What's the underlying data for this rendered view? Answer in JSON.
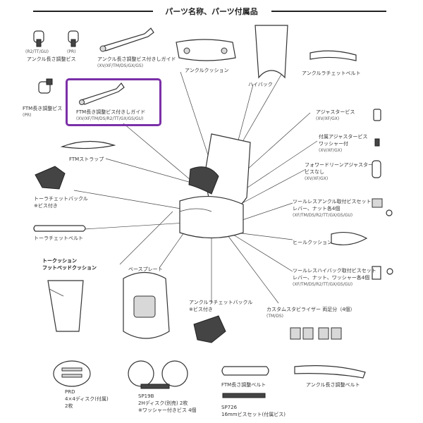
{
  "title": "パーツ名称、パーツ付属品",
  "highlight_color": "#7b2fa8",
  "labels": {
    "ankle_screw_models": "(R2/TT/GU)",
    "ankle_screw_models2": "(PR)",
    "ankle_screw": "アンクル長さ調整ビス",
    "ankle_guide": "アンクル長さ調整ビス付きしガイド",
    "ankle_guide_models": "(XV/XF/TM/DS/GX/GS)",
    "ankle_cushion": "アンクルクッション",
    "highback": "ハイバック",
    "ankle_ratchet_belt": "アンクルラチェットベルト",
    "ftm_screw": "FTM長き調整ビス",
    "ftm_screw_models": "(PR)",
    "ftm_guide": "FTM長き調整ビス付きしガイド",
    "ftm_guide_models": "(XV/XF/TM/DS/R2/TT/GX/GS/GU)",
    "adjuster_screw": "アジャスタービス",
    "adjuster_screw_models": "(XV/XF/GX)",
    "washer_screw": "付属アジャスタービス",
    "washer_screw2": "ワッシャー付",
    "washer_screw_models": "(XV/XF/GX)",
    "forward_lean": "フォワードリーンアジャスター",
    "forward_lean2": "ビスなし",
    "forward_lean_models": "(XV/XF/GX)",
    "ftm_strap": "FTMストラップ",
    "toe_buckle": "トーラチェットバックル",
    "toe_buckle2": "※ビス付き",
    "toe_belt": "トーラチェットベルト",
    "toolless_ankle": "ツールレスアンクル取付ビスセット",
    "toolless_ankle2": "レバー、ナット各4個",
    "toolless_ankle_models": "(XF/TM/DS/R2/TT/GX/GS/GU)",
    "heel_cushion": "ヒールクッション",
    "toolless_highback": "ツールレスハイバック取付ビスセット",
    "toolless_highback2": "レバー、ナット、ワッシャー各4個",
    "toolless_highback_models": "(XF/TM/DS/R2/TT/GX/GS/GU)",
    "toe_cushion": "トークッション",
    "footbed_cushion": "フットベッドクッション",
    "baseplate": "ベースプレート",
    "ankle_buckle": "アンクルラチェットバックル",
    "ankle_buckle2": "※ビス付き",
    "canting": "カスタムスタビライザー 両足分（4個）",
    "canting_models": "(TM/DS)",
    "prd": "PRD",
    "prd2": "4×4ディスク(付属)",
    "prd3": "2枚",
    "sp19b": "SP19B",
    "sp19b2": "2Hディスク(別売) 2枚",
    "sp19b3": "※ワッシャー付きビス 4個",
    "ftm_adjust_belt": "FTM長さ調整ベルト",
    "sp726": "SP726",
    "sp726_2": "16mmビスセット(付属ビス)",
    "ankle_adjust_belt": "アンクル長さ調整ベルト"
  }
}
